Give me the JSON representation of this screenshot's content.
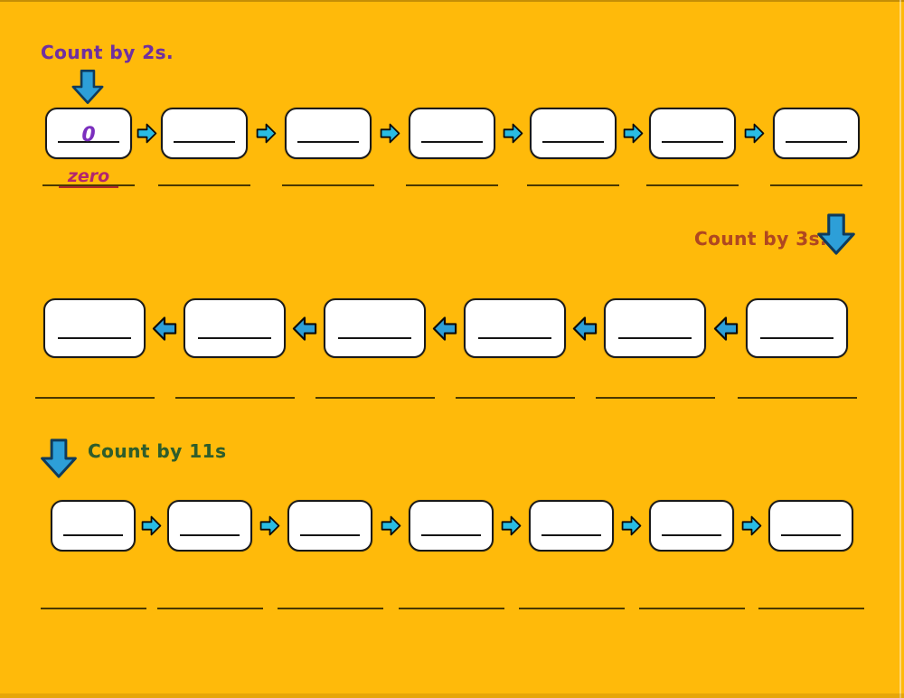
{
  "page": {
    "background_color": "#FFBA0A"
  },
  "colors": {
    "big_arrow_fill": "#2D9FD8",
    "big_arrow_outline": "#0F3B5C",
    "small_arrow_right_fill": "#29BCE3",
    "small_arrow_left_fill": "#2D9FD8",
    "small_arrow_outline": "#0b0b0b",
    "box_border": "#1A1A1A",
    "write_line": "#4A3800",
    "filled_number_color": "#7B2FBE",
    "filled_word_color": "#B3256E"
  },
  "sections": [
    {
      "id": "count-by-2s",
      "title": "Count by 2s.",
      "title_color": "#7030A0",
      "flow_direction": "right",
      "boxes": [
        {
          "value": "0"
        },
        {
          "value": ""
        },
        {
          "value": ""
        },
        {
          "value": ""
        },
        {
          "value": ""
        },
        {
          "value": ""
        },
        {
          "value": ""
        }
      ],
      "words": [
        {
          "value": "zero"
        },
        {
          "value": ""
        },
        {
          "value": ""
        },
        {
          "value": ""
        },
        {
          "value": ""
        },
        {
          "value": ""
        },
        {
          "value": ""
        }
      ]
    },
    {
      "id": "count-by-3s",
      "title": "Count by 3s.",
      "title_color": "#B04820",
      "flow_direction": "left",
      "boxes": [
        {
          "value": ""
        },
        {
          "value": ""
        },
        {
          "value": ""
        },
        {
          "value": ""
        },
        {
          "value": ""
        },
        {
          "value": ""
        }
      ],
      "words": [
        {
          "value": ""
        },
        {
          "value": ""
        },
        {
          "value": ""
        },
        {
          "value": ""
        },
        {
          "value": ""
        },
        {
          "value": ""
        }
      ]
    },
    {
      "id": "count-by-11s",
      "title": "Count by 11s",
      "title_color": "#2F5D2B",
      "flow_direction": "right",
      "boxes": [
        {
          "value": ""
        },
        {
          "value": ""
        },
        {
          "value": ""
        },
        {
          "value": ""
        },
        {
          "value": ""
        },
        {
          "value": ""
        },
        {
          "value": ""
        }
      ],
      "words": [
        {
          "value": ""
        },
        {
          "value": ""
        },
        {
          "value": ""
        },
        {
          "value": ""
        },
        {
          "value": ""
        },
        {
          "value": ""
        },
        {
          "value": ""
        }
      ]
    }
  ]
}
